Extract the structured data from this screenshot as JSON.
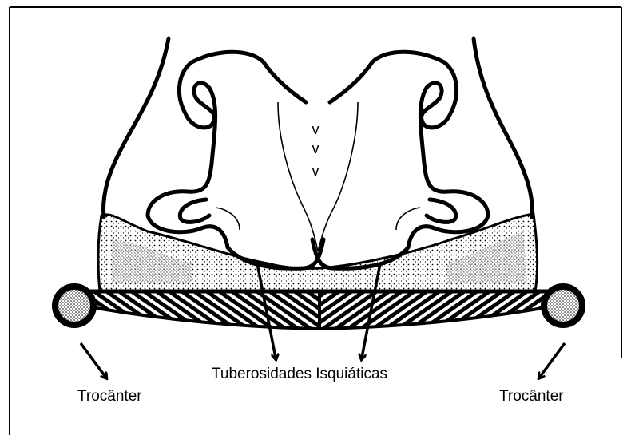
{
  "diagram": {
    "labels": {
      "trochanter_left": "Trocânter",
      "ischial_tuberosities": "Tuberosidades Isquiáticas",
      "trochanter_right": "Trocânter"
    },
    "vertebra_marks": [
      "v",
      "v",
      "v"
    ]
  }
}
